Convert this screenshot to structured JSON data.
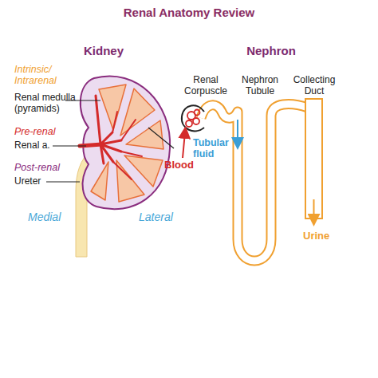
{
  "diagram": {
    "title": "Renal Anatomy Review",
    "labels": [
      "Kidney",
      "Nephron",
      "Intrinsic/ Intrarenal",
      "Renal medulla (pyramids)",
      "Pre-renal",
      "Renal a.",
      "Post-renal",
      "Ureter",
      "Medial",
      "Lateral",
      "Renal Corpuscle",
      "Nephron Tubule",
      "Collecting Duct",
      "Blood",
      "Tubular fluid",
      "Urine"
    ]
  }
}
